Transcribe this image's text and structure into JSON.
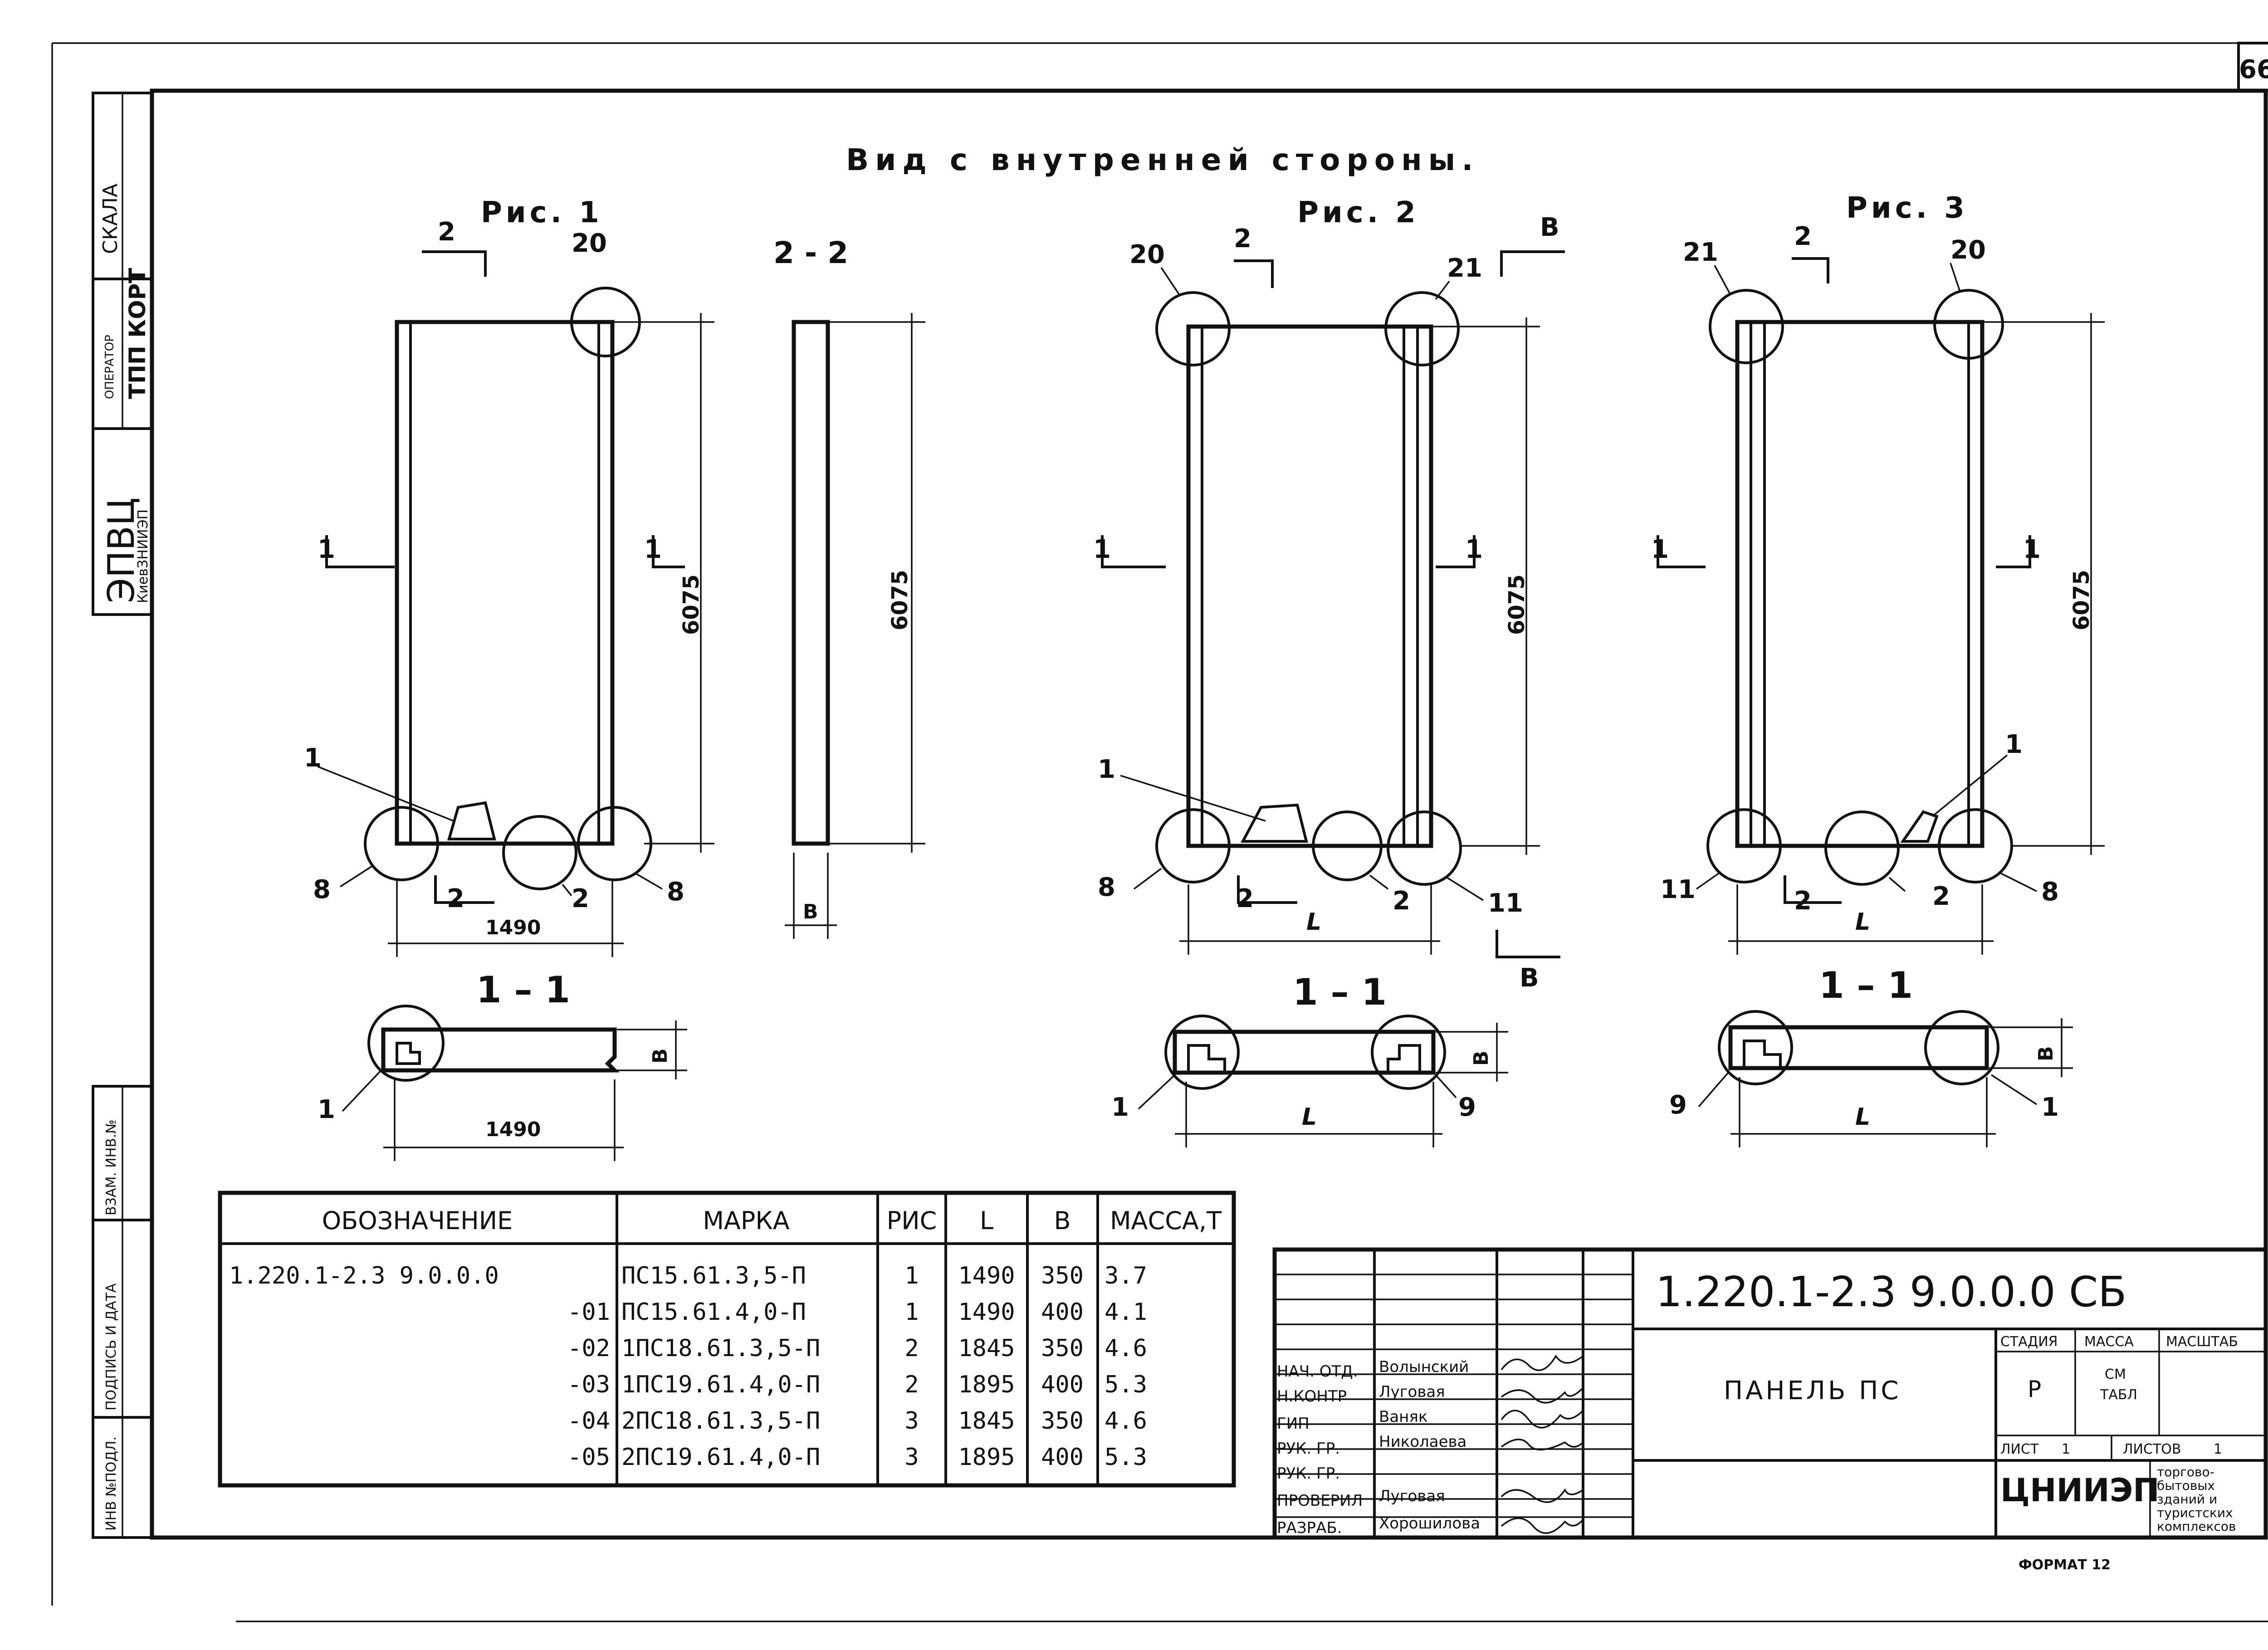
{
  "sheet_number": "66",
  "side_stamp": {
    "scale_label": "СКАЛА",
    "operator_label": "ОПЕРАТОР",
    "operator_value": "ТПП КОРТ",
    "org_name": "ЭПВЦ",
    "org_sub": "КиевЗНИИЭП",
    "inv_replace": "ВЗАМ. ИНВ.№",
    "sign_date": "ПОДПИСЬ И ДАТА",
    "inv_orig": "ИНВ №ПОДЛ."
  },
  "main_title": "Вид с внутренней стороны.",
  "figures": {
    "fig1": {
      "title": "Рис. 1",
      "height_dim": "6075",
      "width_dim": "1490",
      "callouts": [
        "2",
        "20",
        "1",
        "1",
        "1",
        "8",
        "2",
        "2",
        "8"
      ],
      "section_title": "1 – 1",
      "section_width": "1490",
      "section_callout": "1",
      "section_thickness": "В"
    },
    "section22": {
      "title": "2 - 2",
      "height_dim": "6075",
      "thickness_dim": "В"
    },
    "fig2": {
      "title": "Рис. 2",
      "height_dim": "6075",
      "width_dim": "L",
      "callouts": [
        "20",
        "2",
        "21",
        "В",
        "1",
        "1",
        "1",
        "8",
        "2",
        "2",
        "11",
        "В"
      ],
      "section_title": "1 – 1",
      "section_width": "L",
      "section_callouts": [
        "1",
        "9"
      ],
      "section_thickness": "В"
    },
    "fig3": {
      "title": "Рис. 3",
      "height_dim": "6075",
      "width_dim": "L",
      "callouts": [
        "21",
        "2",
        "20",
        "1",
        "1",
        "1",
        "11",
        "2",
        "2",
        "8"
      ],
      "section_title": "1 – 1",
      "section_width": "L",
      "section_callouts": [
        "9",
        "1"
      ],
      "section_thickness": "В"
    }
  },
  "spec_table": {
    "headers": [
      "ОБОЗНАЧЕНИЕ",
      "МАРКА",
      "РИС",
      "L",
      "В",
      "МАССА,Т"
    ],
    "rows": [
      [
        "1.220.1-2.3 9.0.0.0",
        "ПС15.61.3,5-П",
        "1",
        "1490",
        "350",
        "3.7"
      ],
      [
        "-01",
        "ПС15.61.4,0-П",
        "1",
        "1490",
        "400",
        "4.1"
      ],
      [
        "-02",
        "1ПС18.61.3,5-П",
        "2",
        "1845",
        "350",
        "4.6"
      ],
      [
        "-03",
        "1ПС19.61.4,0-П",
        "2",
        "1895",
        "400",
        "5.3"
      ],
      [
        "-04",
        "2ПС18.61.3,5-П",
        "3",
        "1845",
        "350",
        "4.6"
      ],
      [
        "-05",
        "2ПС19.61.4,0-П",
        "3",
        "1895",
        "400",
        "5.3"
      ]
    ]
  },
  "title_block": {
    "doc_code": "1.220.1-2.3 9.0.0.0 СБ",
    "roles": [
      {
        "role": "НАЧ. ОТД.",
        "name": "Волынский"
      },
      {
        "role": "Н.КОНТР",
        "name": "Луговая"
      },
      {
        "role": "ГИП",
        "name": "Ваняк"
      },
      {
        "role": "РУК. ГР.",
        "name": "Николаева"
      },
      {
        "role": "РУК. ГР.",
        "name": ""
      },
      {
        "role": "ПРОВЕРИЛ",
        "name": "Луговая"
      },
      {
        "role": "РАЗРАБ.",
        "name": "Хорошилова"
      }
    ],
    "product_name": "ПАНЕЛЬ ПС",
    "stage_label": "СТАДИЯ",
    "mass_label": "МАССА",
    "scale_label": "МАСШТАБ",
    "stage_value": "Р",
    "mass_value_1": "СМ",
    "mass_value_2": "ТАБЛ",
    "sheet_label": "ЛИСТ",
    "sheet_value": "1",
    "sheets_label": "ЛИСТОВ",
    "sheets_value": "1",
    "org": "ЦНИИЭП",
    "org_desc": [
      "торгово-",
      "бытовых",
      "зданий и",
      "туристских",
      "комплексов"
    ]
  },
  "format_label": "ФОРМАТ 12"
}
